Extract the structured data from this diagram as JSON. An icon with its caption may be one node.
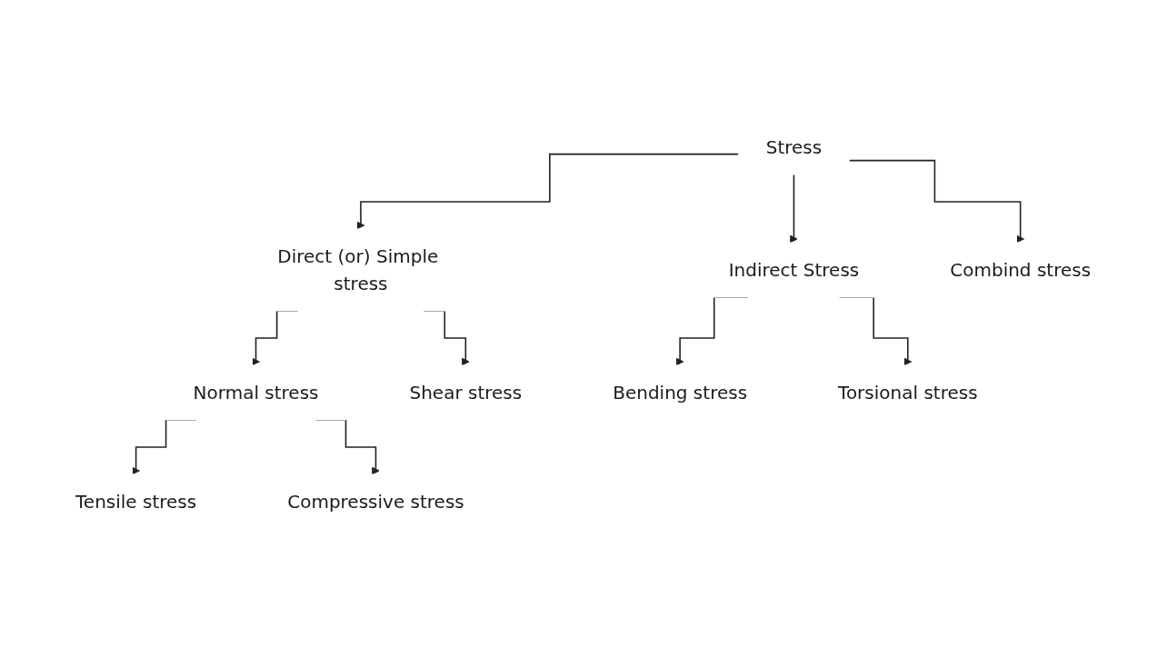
{
  "diagram": {
    "nodes": [
      {
        "text": [
          "Stress"
        ]
      },
      {
        "text": [
          "Direct (or) Simple stress"
        ]
      },
      {
        "text": [
          "Indirect Stress"
        ]
      },
      {
        "text": [
          "Combind stress"
        ]
      },
      {
        "text": [
          "Normal stress"
        ]
      },
      {
        "text": [
          "Shear stress"
        ]
      },
      {
        "text": [
          "Bending stress"
        ]
      },
      {
        "text": [
          "Torsional stress"
        ]
      },
      {
        "text": [
          "Tensile stress"
        ]
      },
      {
        "text": [
          "Compressive stress"
        ]
      }
    ],
    "edges": [
      {
        "from": 0,
        "to": 1,
        "arrow": "to"
      },
      {
        "from": 0,
        "to": 2,
        "arrow": "to"
      },
      {
        "from": 0,
        "to": 3,
        "arrow": "to"
      },
      {
        "from": 1,
        "to": 4,
        "arrow": "to"
      },
      {
        "from": 1,
        "to": 5,
        "arrow": "to"
      },
      {
        "from": 2,
        "to": 6,
        "arrow": "to"
      },
      {
        "from": 2,
        "to": 7,
        "arrow": "to"
      },
      {
        "from": 4,
        "to": 8,
        "arrow": "to"
      },
      {
        "from": 4,
        "to": 9,
        "arrow": "to"
      }
    ]
  }
}
